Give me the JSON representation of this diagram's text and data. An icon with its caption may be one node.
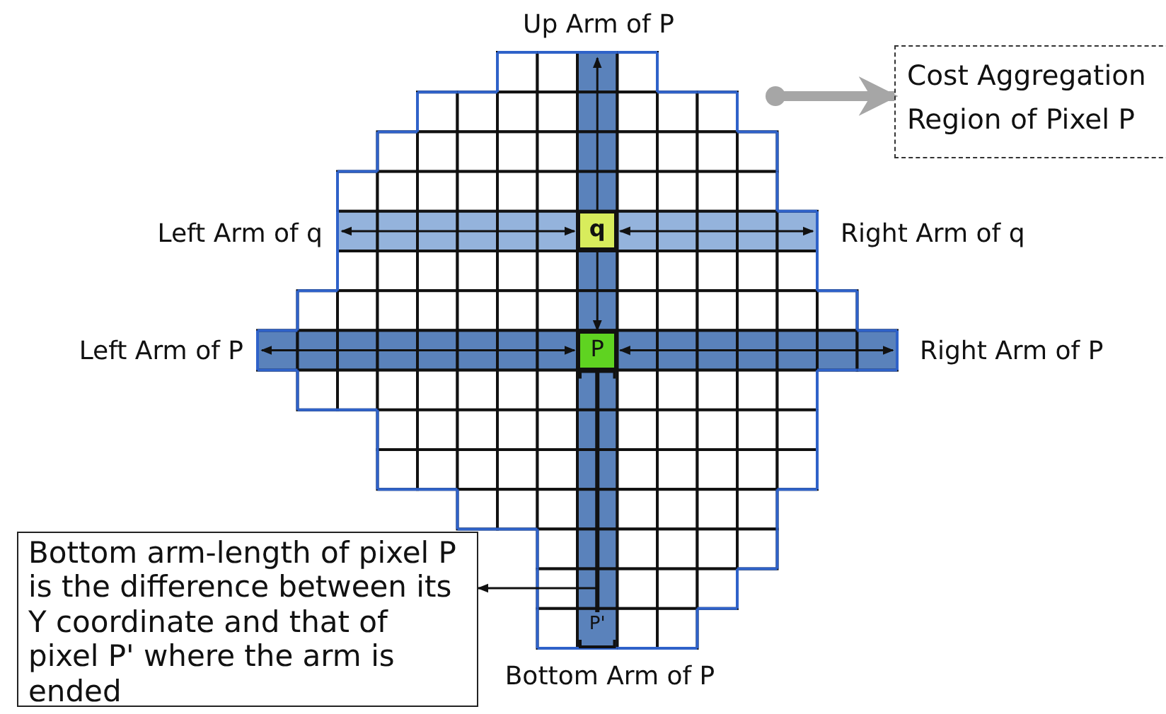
{
  "diagram": {
    "nodes": [
      {
        "text": [
          "Cost Aggregation Region of Pixel P"
        ]
      },
      {
        "text": [
          "q"
        ]
      },
      {
        "text": [
          "P"
        ]
      },
      {
        "text": [
          "P'"
        ]
      },
      {
        "text": [
          "Bottom arm-length of pixel P is the difference between its Y coordinate and that of pixel P' where the arm is ended"
        ]
      }
    ],
    "edges": [
      {
        "from": null,
        "to": 0,
        "arrow": "to",
        "style": "thick",
        "color": "#a6a6a6"
      },
      {
        "from": null,
        "to": 4,
        "arrow": "to"
      },
      {
        "from": 1,
        "to": 2,
        "arrow": "to"
      },
      {
        "from": 2,
        "to": 3,
        "arrow": "none",
        "style": "thick"
      }
    ],
    "labels": [
      "Up Arm of P",
      "Left Arm of q",
      "Right Arm of q",
      "Left Arm of P",
      "Right Arm of P",
      "Bottom Arm of P"
    ]
  }
}
